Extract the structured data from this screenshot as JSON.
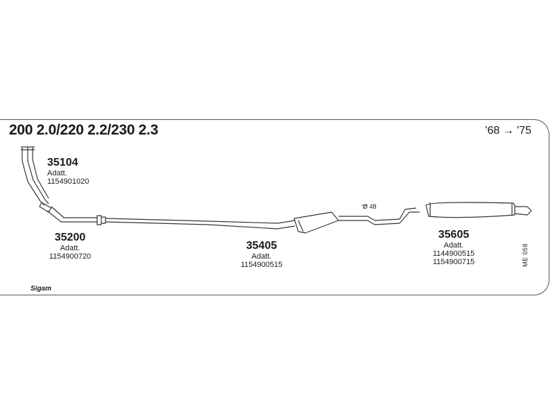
{
  "header": {
    "title": "200 2.0/220 2.2/230 2.3",
    "years": "'68 → '75"
  },
  "parts": [
    {
      "number": "35104",
      "lines": [
        "Adatt.",
        "1154901020"
      ]
    },
    {
      "number": "35200",
      "lines": [
        "Adatt.",
        "1154900720"
      ]
    },
    {
      "number": "35405",
      "lines": [
        "Adatt.",
        "1154900515"
      ]
    },
    {
      "number": "35605",
      "lines": [
        "Adatt.",
        "1144900515",
        "1154900715"
      ]
    }
  ],
  "diameter_label": "Ø 48",
  "diagram_code": "ME 058",
  "brand": "Sigam",
  "colors": {
    "line": "#333333",
    "border": "#555555"
  }
}
